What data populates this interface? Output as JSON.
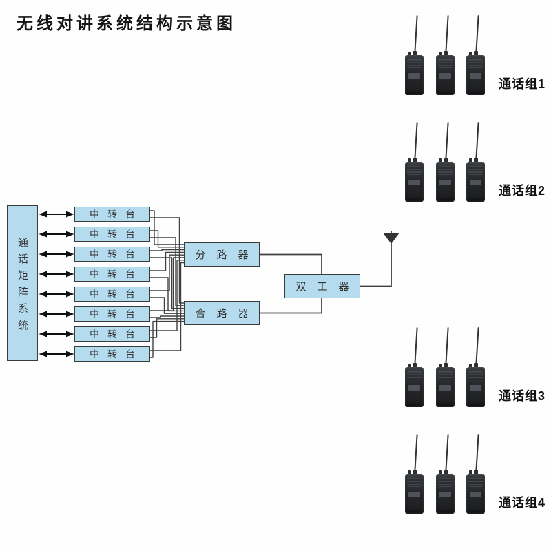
{
  "diagram": {
    "title": "无线对讲系统结构示意图",
    "matrix": {
      "label": "通话矩阵系统"
    },
    "repeaters": [
      {
        "label": "中转台"
      },
      {
        "label": "中转台"
      },
      {
        "label": "中转台"
      },
      {
        "label": "中转台"
      },
      {
        "label": "中转台"
      },
      {
        "label": "中转台"
      },
      {
        "label": "中转台"
      },
      {
        "label": "中转台"
      }
    ],
    "splitter": {
      "label": "分路器"
    },
    "combiner": {
      "label": "合路器"
    },
    "duplexer": {
      "label": "双工器"
    },
    "antenna": {
      "icon": "antenna-icon"
    },
    "groups": [
      {
        "label": "通话组1",
        "radio_count": 3
      },
      {
        "label": "通话组2",
        "radio_count": 3
      },
      {
        "label": "通话组3",
        "radio_count": 3
      },
      {
        "label": "通话组4",
        "radio_count": 3
      }
    ],
    "colors": {
      "box_fill": "#b5dcee",
      "box_border": "#3b3b3b",
      "box_text": "#333333",
      "wire": "#3f3f3f",
      "arrow": "#101010",
      "radio_body": "#26282b",
      "title_text": "#141414"
    }
  }
}
